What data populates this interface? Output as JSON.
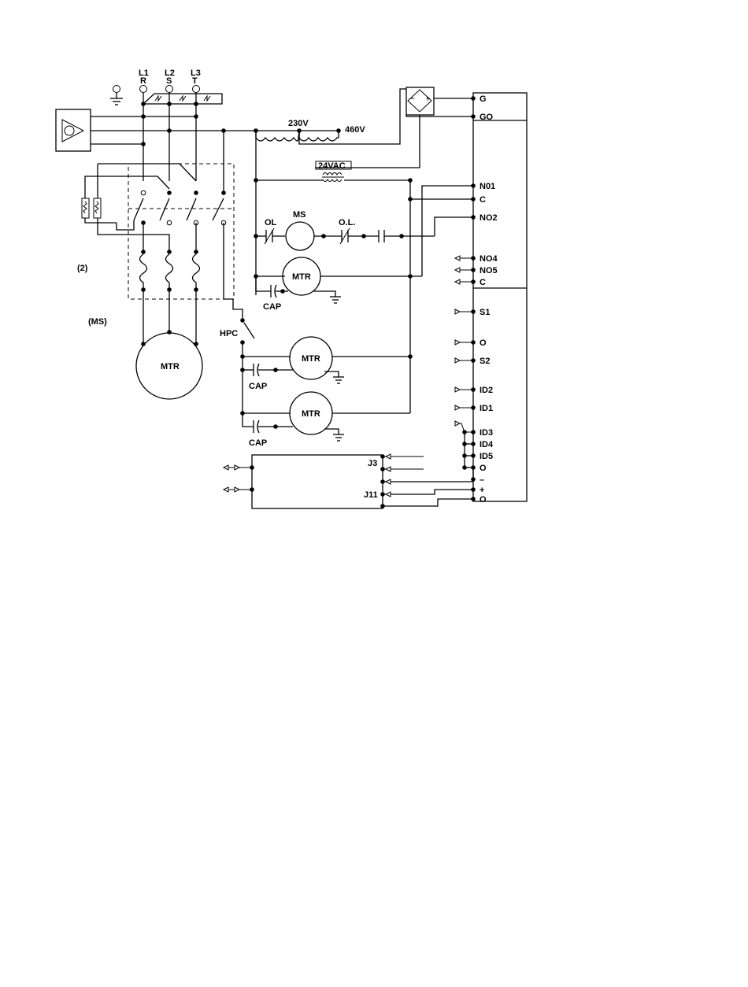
{
  "supply": {
    "line1": "L1",
    "line1_sub": "R",
    "line2": "L2",
    "line2_sub": "S",
    "line3": "L3",
    "line3_sub": "T"
  },
  "transformer": {
    "tap_low": "230V",
    "tap_high": "460V",
    "control": "24VAC"
  },
  "circuit": {
    "ol": "OL",
    "ms": "MS",
    "ol2": "O.L.",
    "mtr": "MTR",
    "cap": "CAP",
    "hpc": "HPC",
    "heater_count": "(2)",
    "starter": "(MS)"
  },
  "terminals": {
    "G": "G",
    "GO": "GO",
    "NO1": "N01",
    "C1": "C",
    "NO2": "NO2",
    "NO4": "NO4",
    "NO5": "NO5",
    "C2": "C",
    "S1": "S1",
    "O1": "O",
    "S2": "S2",
    "ID2": "ID2",
    "ID1": "ID1",
    "ID3": "ID3",
    "ID4": "ID4",
    "ID5": "ID5",
    "O2": "O",
    "minus": "–",
    "plus": "+",
    "O3": "O"
  },
  "connectors": {
    "J3": "J3",
    "J11": "J11"
  }
}
